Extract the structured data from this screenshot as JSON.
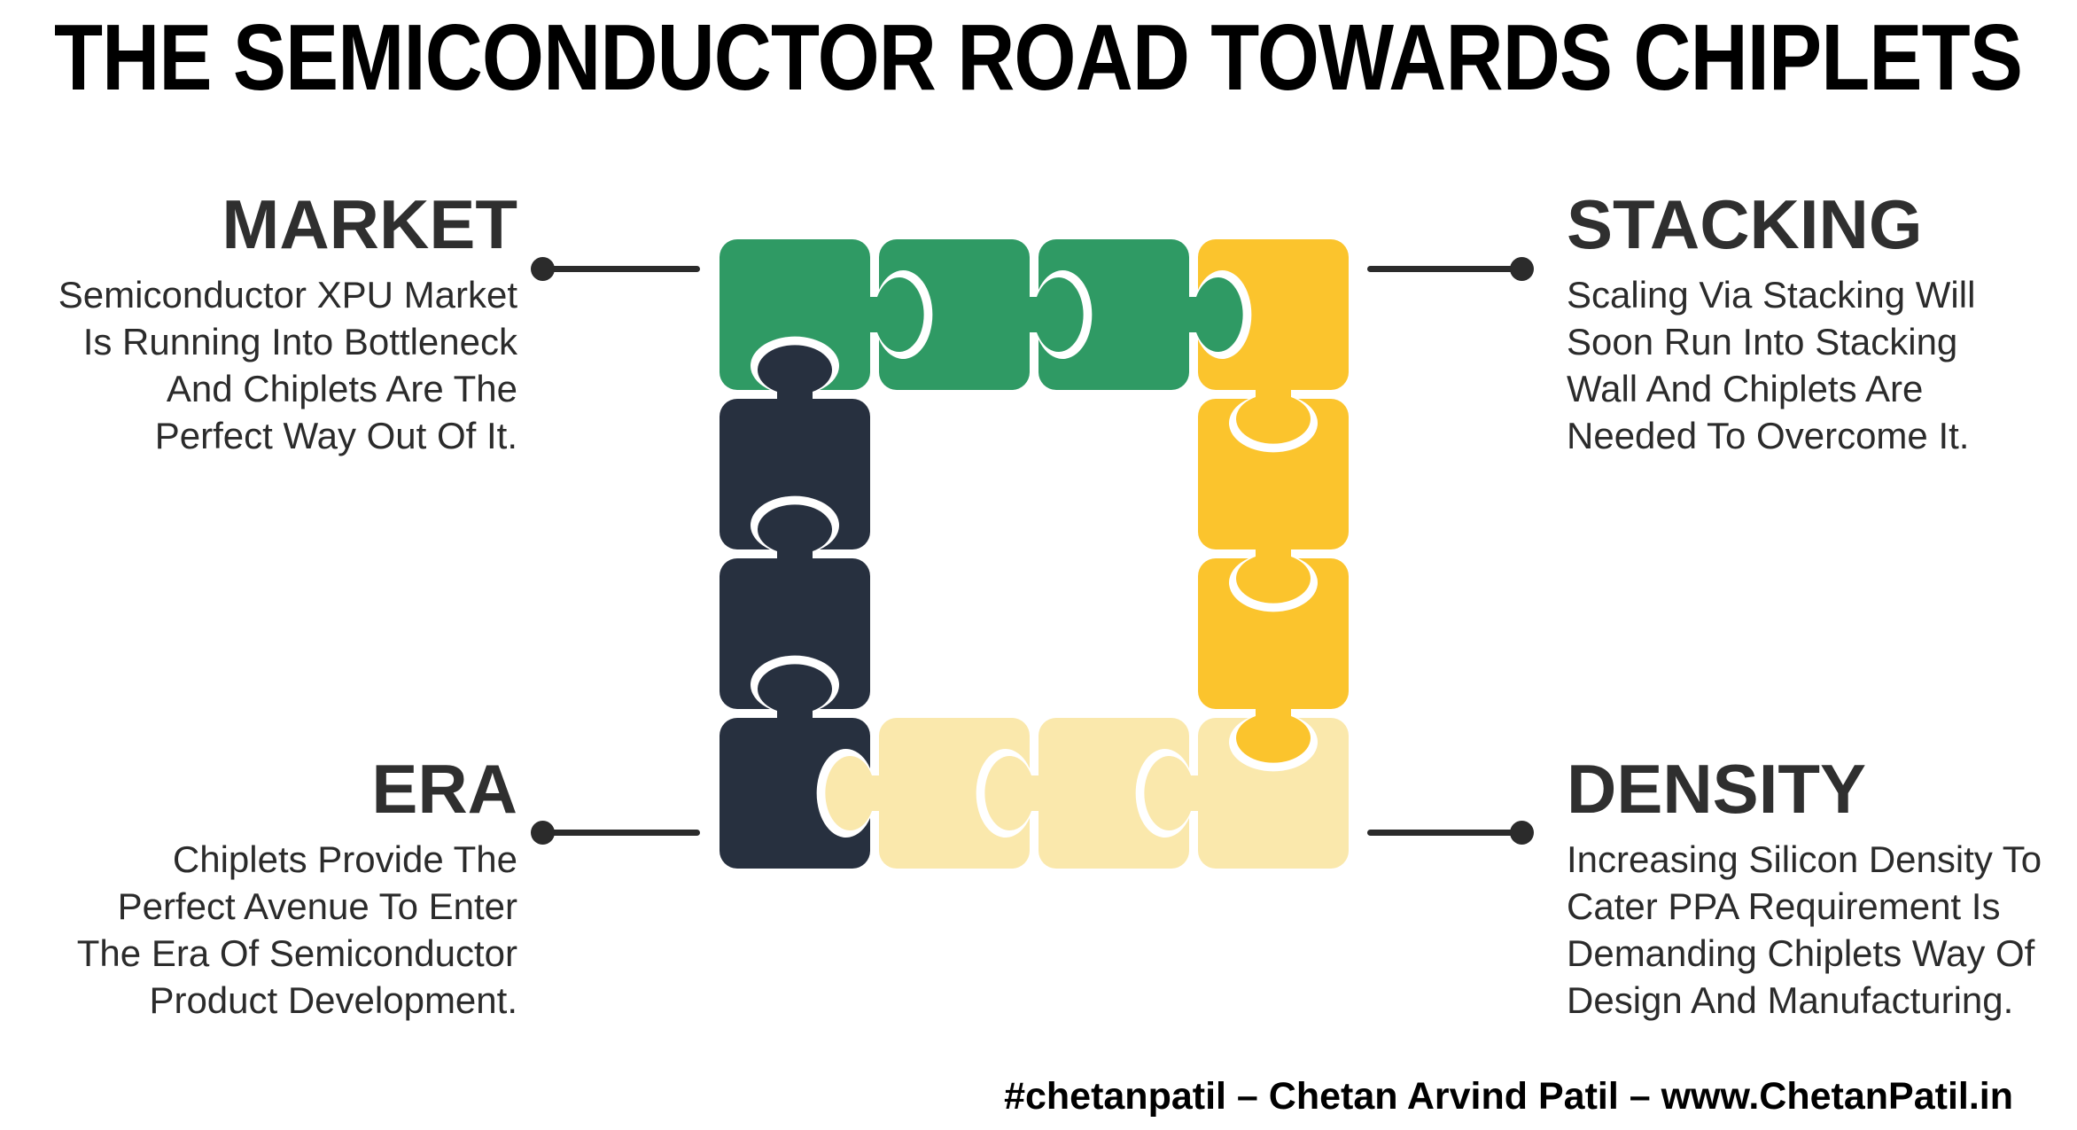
{
  "title": "THE SEMICONDUCTOR ROAD TOWARDS CHIPLETS",
  "sections": {
    "market": {
      "heading": "MARKET",
      "body": "Semiconductor XPU Market\nIs Running Into Bottleneck\nAnd Chiplets Are The\nPerfect Way Out Of It."
    },
    "stacking": {
      "heading": "STACKING",
      "body": "Scaling Via Stacking Will\nSoon Run Into Stacking\nWall And Chiplets Are\nNeeded To Overcome It."
    },
    "era": {
      "heading": "ERA",
      "body": "Chiplets Provide The\nPerfect Avenue To Enter\nThe Era Of Semiconductor\nProduct Development."
    },
    "density": {
      "heading": "DENSITY",
      "body": "Increasing Silicon Density To\nCater PPA Requirement Is\nDemanding Chiplets Way Of\nDesign And Manufacturing."
    }
  },
  "footer": "#chetanpatil – Chetan Arvind Patil – www.ChetanPatil.in",
  "colors": {
    "green": "#2F9A64",
    "gold": "#FBC42D",
    "cream": "#FAE8AC",
    "navy": "#27303F",
    "connector": "#2b2b2b",
    "heading_text": "#2f2f2f",
    "body_text": "#2b2b2b",
    "title_text": "#000000"
  },
  "puzzle": {
    "description": "ring of 12 jigsaw pieces forming a hollow square, knobs point clockwise",
    "pieces": [
      {
        "id": 1,
        "col": 0,
        "row": 0,
        "color": "green",
        "edges": {
          "top": "flat",
          "right": "knob",
          "bottom": "socket",
          "left": "flat"
        }
      },
      {
        "id": 2,
        "col": 1,
        "row": 0,
        "color": "green",
        "edges": {
          "top": "flat",
          "right": "knob",
          "bottom": "flat",
          "left": "socket"
        }
      },
      {
        "id": 3,
        "col": 2,
        "row": 0,
        "color": "green",
        "edges": {
          "top": "flat",
          "right": "knob",
          "bottom": "flat",
          "left": "socket"
        }
      },
      {
        "id": 4,
        "col": 3,
        "row": 0,
        "color": "gold",
        "edges": {
          "top": "flat",
          "right": "flat",
          "bottom": "knob",
          "left": "socket"
        }
      },
      {
        "id": 5,
        "col": 3,
        "row": 1,
        "color": "gold",
        "edges": {
          "top": "socket",
          "right": "flat",
          "bottom": "knob",
          "left": "flat"
        }
      },
      {
        "id": 6,
        "col": 3,
        "row": 2,
        "color": "gold",
        "edges": {
          "top": "socket",
          "right": "flat",
          "bottom": "knob",
          "left": "flat"
        }
      },
      {
        "id": 7,
        "col": 3,
        "row": 3,
        "color": "cream",
        "edges": {
          "top": "socket",
          "right": "flat",
          "bottom": "flat",
          "left": "knob"
        }
      },
      {
        "id": 8,
        "col": 2,
        "row": 3,
        "color": "cream",
        "edges": {
          "top": "flat",
          "right": "socket",
          "bottom": "flat",
          "left": "knob"
        }
      },
      {
        "id": 9,
        "col": 1,
        "row": 3,
        "color": "cream",
        "edges": {
          "top": "flat",
          "right": "socket",
          "bottom": "flat",
          "left": "knob"
        }
      },
      {
        "id": 10,
        "col": 0,
        "row": 3,
        "color": "navy",
        "edges": {
          "top": "knob",
          "right": "socket",
          "bottom": "flat",
          "left": "flat"
        }
      },
      {
        "id": 11,
        "col": 0,
        "row": 2,
        "color": "navy",
        "edges": {
          "top": "knob",
          "right": "flat",
          "bottom": "socket",
          "left": "flat"
        }
      },
      {
        "id": 12,
        "col": 0,
        "row": 1,
        "color": "navy",
        "edges": {
          "top": "knob",
          "right": "flat",
          "bottom": "socket",
          "left": "flat"
        }
      }
    ]
  }
}
